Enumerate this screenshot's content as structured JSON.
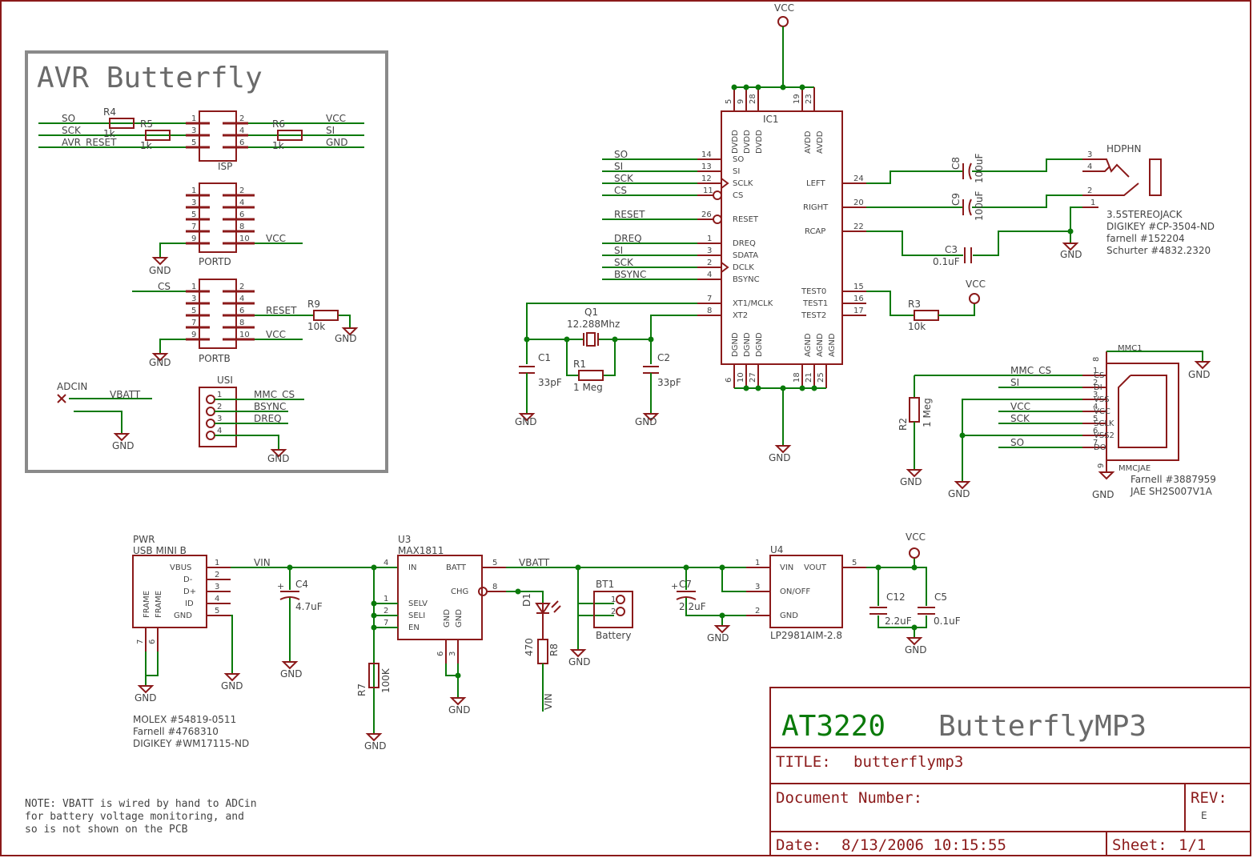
{
  "avr_box": {
    "title": "AVR Butterfly"
  },
  "isp": {
    "name": "ISP",
    "left_nets": [
      "SO",
      "SCK",
      "AVR_RESET"
    ],
    "right_nets": [
      "VCC",
      "SI",
      "GND"
    ],
    "resistors": [
      {
        "ref": "R4",
        "value": "1k"
      },
      {
        "ref": "R5",
        "value": "1k"
      },
      {
        "ref": "R6",
        "value": "1k"
      }
    ],
    "pins_left": [
      "1",
      "3",
      "5"
    ],
    "pins_right": [
      "2",
      "4",
      "6"
    ]
  },
  "portd": {
    "name": "PORTD",
    "vcc": "VCC",
    "gnd": "GND",
    "pins_left": [
      "1",
      "3",
      "5",
      "7",
      "9"
    ],
    "pins_right": [
      "2",
      "4",
      "6",
      "8",
      "10"
    ]
  },
  "portb": {
    "name": "PORTB",
    "cs": "CS",
    "reset": "RESET",
    "vcc": "VCC",
    "gnd": "GND",
    "r9": "R9",
    "r9_value": "10k",
    "gnd2": "GND",
    "pins_left": [
      "1",
      "3",
      "5",
      "7",
      "9"
    ],
    "pins_right": [
      "2",
      "4",
      "6",
      "8",
      "10"
    ]
  },
  "usi": {
    "name": "USI",
    "nets": [
      "MMC_CS",
      "BSYNC",
      "DREQ"
    ],
    "pins": [
      "1",
      "2",
      "3",
      "4"
    ],
    "gnd": "GND"
  },
  "adc": {
    "adcin": "ADCIN",
    "vbatt": "VBATT",
    "gnd": "GND"
  },
  "ic1": {
    "ref": "IC1",
    "top_label": "VCC",
    "top_pins": [
      "5",
      "9",
      "28",
      "19",
      "23"
    ],
    "top_names": [
      "DVDD",
      "DVDD",
      "DVDD",
      "AVDD",
      "AVDD"
    ],
    "bottom_pins": [
      "6",
      "10",
      "27",
      "18",
      "21",
      "25"
    ],
    "bottom_names": [
      "DGND",
      "DGND",
      "DGND",
      "AGND",
      "AGND",
      "AGND"
    ],
    "left": [
      {
        "net": "SO",
        "pin": "14",
        "name": "SO"
      },
      {
        "net": "SI",
        "pin": "13",
        "name": "SI"
      },
      {
        "net": "SCK",
        "pin": "12",
        "name": "SCLK"
      },
      {
        "net": "CS",
        "pin": "11",
        "name": "CS"
      },
      {
        "net": "RESET",
        "pin": "26",
        "name": "RESET"
      },
      {
        "net": "DREQ",
        "pin": "1",
        "name": "DREQ"
      },
      {
        "net": "SI",
        "pin": "3",
        "name": "SDATA"
      },
      {
        "net": "SCK",
        "pin": "2",
        "name": "DCLK"
      },
      {
        "net": "BSYNC",
        "pin": "4",
        "name": "BSYNC"
      },
      {
        "net": "",
        "pin": "7",
        "name": "XT1/MCLK"
      },
      {
        "net": "",
        "pin": "8",
        "name": "XT2"
      }
    ],
    "right": [
      {
        "pin": "24",
        "name": "LEFT"
      },
      {
        "pin": "20",
        "name": "RIGHT"
      },
      {
        "pin": "22",
        "name": "RCAP"
      },
      {
        "pin": "15",
        "name": "TEST0"
      },
      {
        "pin": "16",
        "name": "TEST1"
      },
      {
        "pin": "17",
        "name": "TEST2"
      }
    ],
    "gnd": "GND"
  },
  "crystal": {
    "ref": "Q1",
    "value": "12.288Mhz",
    "r1": "R1",
    "r1_value": "1 Meg",
    "c1": "C1",
    "c1_value": "33pF",
    "c2": "C2",
    "c2_value": "33pF",
    "gnd1": "GND",
    "gnd2": "GND"
  },
  "audio": {
    "c8": "C8",
    "c8_value": "100uF",
    "c9": "C9",
    "c9_value": "100uF",
    "c3": "C3",
    "c3_value": "0.1uF",
    "r3": "R3",
    "r3_value": "10k",
    "vcc": "VCC",
    "jack": "HDPHN",
    "jack_pins": [
      "3",
      "4",
      "2",
      "1"
    ],
    "jack_lines": [
      "3.5STEREOJACK",
      "DIGIKEY #CP-3504-ND",
      "farnell #152204",
      "Schurter #4832.2320"
    ],
    "gnd": "GND"
  },
  "mmc": {
    "ref": "MMC1",
    "type": "MMCJAE",
    "pins": [
      {
        "pin": "1",
        "name": "CS",
        "net": "MMC_CS"
      },
      {
        "pin": "2",
        "name": "DI",
        "net": "SI"
      },
      {
        "pin": "3",
        "name": "VSS",
        "net": ""
      },
      {
        "pin": "4",
        "name": "VCC",
        "net": "VCC"
      },
      {
        "pin": "5",
        "name": "SCLK",
        "net": "SCK"
      },
      {
        "pin": "6",
        "name": "VSS2",
        "net": ""
      },
      {
        "pin": "7",
        "name": "DO",
        "net": "SO"
      }
    ],
    "pin8": "8",
    "pin9": "9",
    "r2": "R2",
    "r2_value": "1 Meg",
    "parts": [
      "Farnell #3887959",
      "JAE SH2S007V1A"
    ],
    "gnds": [
      "GND",
      "GND",
      "GND",
      "GND"
    ]
  },
  "power": {
    "pwr_ref": "PWR",
    "pwr_type": "USB MINI B",
    "pwr_pins": [
      {
        "pin": "1",
        "name": "VBUS"
      },
      {
        "pin": "2",
        "name": "D-"
      },
      {
        "pin": "3",
        "name": "D+"
      },
      {
        "pin": "4",
        "name": "ID"
      },
      {
        "pin": "5",
        "name": "GND"
      }
    ],
    "frame": [
      "FRAME",
      "FRAME"
    ],
    "frame_pins": [
      "7",
      "6"
    ],
    "molex": [
      "MOLEX #54819-0511",
      "Farnell #4768310",
      "DIGIKEY #WM17115-ND"
    ],
    "vin": "VIN",
    "c4": "C4",
    "c4_value": "4.7uF",
    "u3": "U3",
    "u3_type": "MAX1811",
    "u3_left": [
      {
        "pin": "4",
        "name": "IN"
      },
      {
        "pin": "1",
        "name": "SELV"
      },
      {
        "pin": "2",
        "name": "SELI"
      },
      {
        "pin": "7",
        "name": "EN"
      }
    ],
    "u3_right": [
      {
        "pin": "5",
        "name": "BATT"
      },
      {
        "pin": "8",
        "name": "CHG"
      }
    ],
    "u3_bottom": [
      {
        "pin": "6",
        "name": "GND"
      },
      {
        "pin": "3",
        "name": "GND"
      }
    ],
    "r7": "R7",
    "r7_value": "100K",
    "d1": "D1",
    "r8": "R8",
    "r8_value": "470",
    "vin2": "VIN",
    "vbatt": "VBATT",
    "bt1": "BT1",
    "bt1_type": "Battery",
    "bt1_pins": [
      "1",
      "2"
    ],
    "c7": "C7",
    "c7_value": "2.2uF",
    "u4": "U4",
    "u4_type": "LP2981AIM-2.8",
    "u4_pins": [
      {
        "pin": "1",
        "name": "VIN"
      },
      {
        "pin": "3",
        "name": "ON/OFF"
      },
      {
        "pin": "2",
        "name": "GND"
      },
      {
        "pin": "5",
        "name": "VOUT"
      }
    ],
    "vcc": "VCC",
    "c12": "C12",
    "c12_value": "2.2uF",
    "c5": "C5",
    "c5_value": "0.1uF",
    "gnds": [
      "GND",
      "GND",
      "GND",
      "GND",
      "GND",
      "GND",
      "GND",
      "GND"
    ]
  },
  "note": [
    "NOTE: VBATT is wired by hand to ADCin",
    "for battery voltage monitoring, and",
    "so is not shown on the PCB"
  ],
  "title_block": {
    "part": "AT3220",
    "project": "ButterflyMP3",
    "title_label": "TITLE:",
    "title_value": "butterflymp3",
    "doc_label": "Document Number:",
    "rev_label": "REV:",
    "rev_value": "E",
    "date_label": "Date:",
    "date_value": "8/13/2006 10:15:55",
    "sheet_label": "Sheet:",
    "sheet_value": "1/1"
  }
}
